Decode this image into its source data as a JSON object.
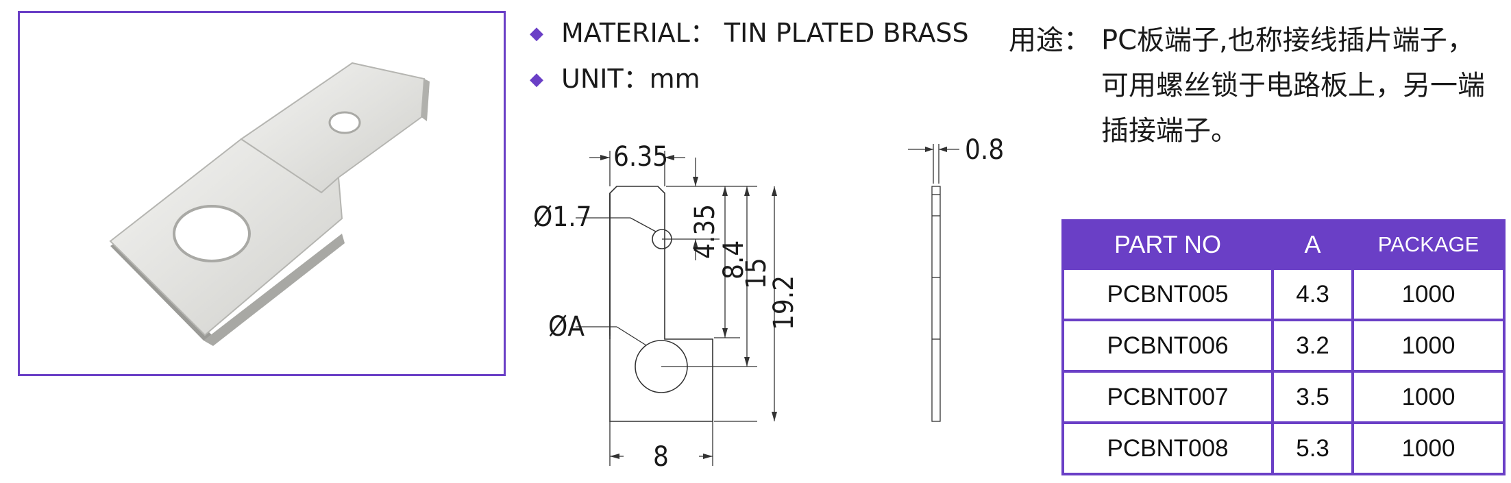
{
  "specs": {
    "material": "MATERIAL： TIN PLATED BRASS",
    "unit": "UNIT：mm"
  },
  "usage": {
    "label": "用途：",
    "text": "PC板端子,也称接线插片端子，可用螺丝锁于电路板上，另一端插接端子。"
  },
  "drawing": {
    "dim_width_top": "6.35",
    "dim_hole_small": "Ø1.7",
    "dim_hole_pos": "4.35",
    "dim_tab_len": "8.4",
    "dim_hole_big_pos": "15",
    "dim_total_len": "19.2",
    "dim_hole_big": "ØA",
    "dim_width_bottom": "8",
    "dim_thickness": "0.8"
  },
  "table": {
    "headers": [
      "PART NO",
      "A",
      "PACKAGE"
    ],
    "rows": [
      [
        "PCBNT005",
        "4.3",
        "1000"
      ],
      [
        "PCBNT006",
        "3.2",
        "1000"
      ],
      [
        "PCBNT007",
        "3.5",
        "1000"
      ],
      [
        "PCBNT008",
        "5.3",
        "1000"
      ]
    ]
  },
  "colors": {
    "accent": "#6a3fc6"
  }
}
